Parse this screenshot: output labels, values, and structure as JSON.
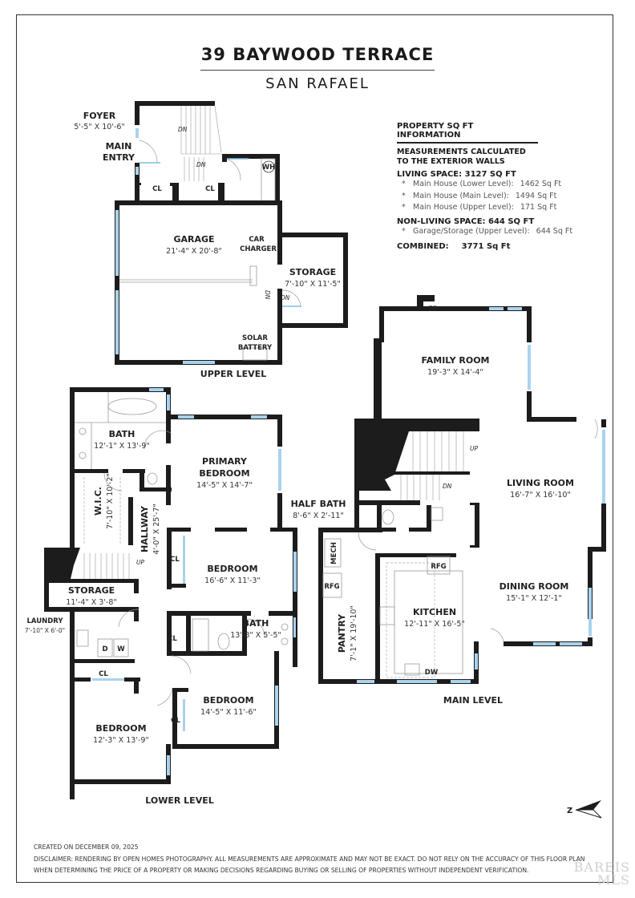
{
  "header": {
    "title": "39 BAYWOOD TERRACE",
    "subtitle": "SAN RAFAEL"
  },
  "info": {
    "heading": "PROPERTY SQ FT INFORMATION",
    "note_line1": "MEASUREMENTS CALCULATED",
    "note_line2": "TO THE EXTERIOR WALLS",
    "living_space": "LIVING SPACE: 3127 SQ FT",
    "living_items": [
      {
        "bullet": "*",
        "label": "Main House (Lower Level):",
        "value": "1462 Sq Ft"
      },
      {
        "bullet": "*",
        "label": "Main House (Main Level):",
        "value": "1494 Sq Ft"
      },
      {
        "bullet": "*",
        "label": "Main House (Upper Level):",
        "value": "171 Sq Ft"
      }
    ],
    "non_living_space": "NON-LIVING SPACE: 644 SQ FT",
    "non_living_items": [
      {
        "bullet": "*",
        "label": "Garage/Storage (Upper Level):",
        "value": "644 Sq Ft"
      }
    ],
    "combined_label": "COMBINED:",
    "combined_value": "3771  Sq Ft"
  },
  "levels": {
    "upper": {
      "label": "UPPER LEVEL",
      "rooms": {
        "foyer": {
          "name": "FOYER",
          "dims": "5'-5\" X 10'-6\""
        },
        "main_entry_1": "MAIN",
        "main_entry_2": "ENTRY",
        "garage": {
          "name": "GARAGE",
          "dims": "21'-4\" X 20'-8\""
        },
        "storage": {
          "name": "STORAGE",
          "dims": "7'-10\" X 11'-5\""
        },
        "car_charger_1": "CAR",
        "car_charger_2": "CHARGER",
        "solar_1": "SOLAR",
        "solar_2": "BATTERY",
        "wh": "WH",
        "cl1": "CL",
        "cl2": "CL",
        "dn1": "DN",
        "dn2": "DN",
        "dn3": "DN",
        "dn4": "DN"
      }
    },
    "main": {
      "label": "MAIN LEVEL",
      "rooms": {
        "family": {
          "name": "FAMILY ROOM",
          "dims": "19'-3\" X 14'-4\""
        },
        "fp": "FP",
        "living": {
          "name": "LIVING ROOM",
          "dims": "16'-7\" X 16'-10\""
        },
        "dining": {
          "name": "DINING ROOM",
          "dims": "15'-1\" X 12'-1\""
        },
        "kitchen": {
          "name": "KITCHEN",
          "dims": "12'-11\" X 16'-5\""
        },
        "half_bath": {
          "name": "HALF BATH",
          "dims": "8'-6\" X 2'-11\""
        },
        "pantry": {
          "name": "PANTRY",
          "dims": "7'-1\" X 19'-10\""
        },
        "mech": "MECH",
        "rfg1": "RFG",
        "rfg2": "RFG",
        "dw": "DW",
        "up": "UP",
        "dn": "DN"
      }
    },
    "lower": {
      "label": "LOWER LEVEL",
      "rooms": {
        "bath1": {
          "name": "BATH",
          "dims": "12'-1\" X 13'-9\""
        },
        "primary": {
          "name1": "PRIMARY",
          "name2": "BEDROOM",
          "dims": "14'-5\" X 14'-7\""
        },
        "wic": {
          "name": "W.I.C.",
          "dims": "7'-10\" X 10'-2\""
        },
        "hallway": {
          "name": "HALLWAY",
          "dims": "4'-0\" X 25'-7\""
        },
        "bedroom1": {
          "name": "BEDROOM",
          "dims": "16'-6\" X 11'-3\""
        },
        "storage": {
          "name": "STORAGE",
          "dims": "11'-4\" X 3'-8\""
        },
        "laundry": {
          "name": "LAUNDRY",
          "dims": "7'-10\" X 6'-0\""
        },
        "bath2": {
          "name": "BATH",
          "dims": "13'-8\" X 5'-5\""
        },
        "bedroom2": {
          "name": "BEDROOM",
          "dims": "14'-5\" X 11'-6\""
        },
        "bedroom3": {
          "name": "BEDROOM",
          "dims": "12'-3\" X 13'-9\""
        },
        "cl_a": "CL",
        "cl_b": "CL",
        "cl_c": "CL",
        "cl_d": "CL",
        "d": "D",
        "w": "W",
        "up": "UP"
      }
    }
  },
  "compass": {
    "letter": "Z"
  },
  "footer": {
    "created": "CREATED ON DECEMBER 09, 2025",
    "disclaimer1": "DISCLAIMER: RENDERING BY OPEN HOMES PHOTOGRAPHY. ALL MEASUREMENTS ARE APPROXIMATE AND MAY NOT BE EXACT. DO NOT RELY ON THE ACCURACY OF THIS FLOOR PLAN",
    "disclaimer2": "WHEN DETERMINING THE PRICE OF A PROPERTY OR MAKING DECISIONS REGARDING BUYING OR SELLING OF PROPERTIES WITHOUT INDEPENDENT VERIFICATION.",
    "watermark1": "BAREIS",
    "watermark2": "MLS"
  },
  "colors": {
    "wall": "#1c1c1c",
    "window": "#a9d3ee",
    "fixture": "#9a9a9a"
  }
}
